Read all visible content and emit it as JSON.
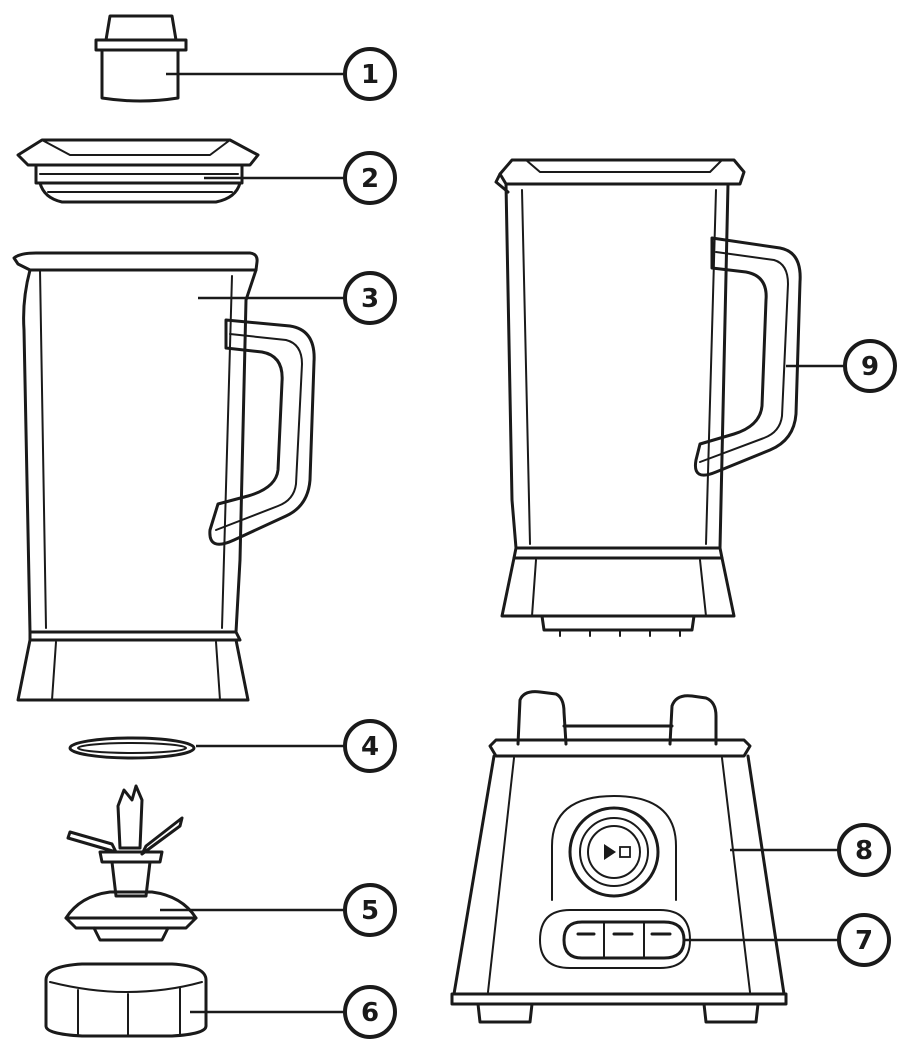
{
  "callouts": [
    {
      "number": "1",
      "part": "measuring-cap"
    },
    {
      "number": "2",
      "part": "lid"
    },
    {
      "number": "3",
      "part": "jar"
    },
    {
      "number": "4",
      "part": "sealing-ring"
    },
    {
      "number": "5",
      "part": "blade-assembly"
    },
    {
      "number": "6",
      "part": "jar-base"
    },
    {
      "number": "7",
      "part": "control-buttons"
    },
    {
      "number": "8",
      "part": "motor-base"
    },
    {
      "number": "9",
      "part": "assembled-jar"
    }
  ],
  "colors": {
    "line": "#1a1a1a",
    "background": "#ffffff"
  },
  "icons": {
    "start_stop": "play-stop-icon"
  }
}
